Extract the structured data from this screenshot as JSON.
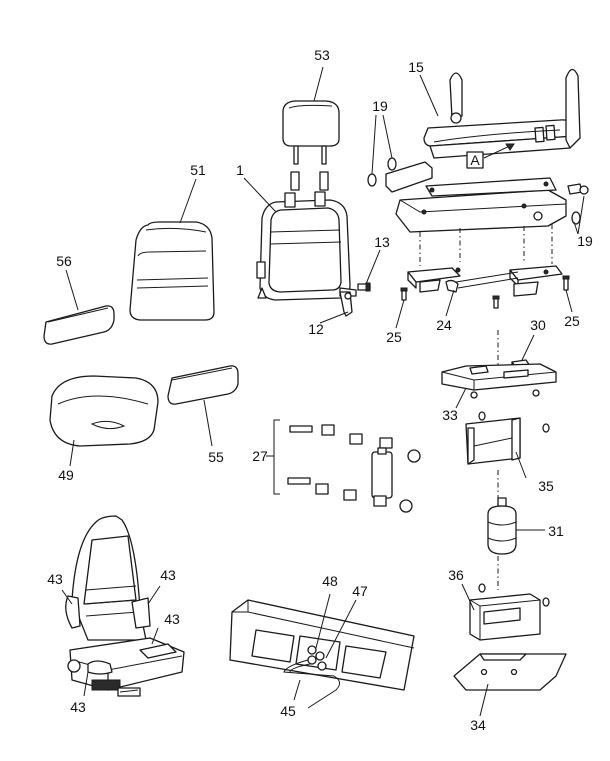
{
  "callouts": {
    "c53": "53",
    "c15": "15",
    "c19a": "19",
    "c19b": "19",
    "cA": "A",
    "c51": "51",
    "c1": "1",
    "c13": "13",
    "c12": "12",
    "c56": "56",
    "c25a": "25",
    "c24": "24",
    "c25b": "25",
    "c30": "30",
    "c33": "33",
    "c49": "49",
    "c55": "55",
    "c27": "27",
    "c35": "35",
    "c31": "31",
    "c43a": "43",
    "c43b": "43",
    "c43c": "43",
    "c43d": "43",
    "c48": "48",
    "c47": "47",
    "c36": "36",
    "c45": "45",
    "c34": "34"
  },
  "colors": {
    "line": "#1a1a1a",
    "background": "#ffffff"
  }
}
